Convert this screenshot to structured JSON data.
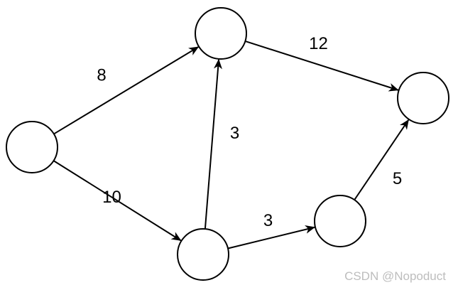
{
  "graph": {
    "nodes": [
      {
        "id": "left"
      },
      {
        "id": "top"
      },
      {
        "id": "bottom"
      },
      {
        "id": "mid-right"
      },
      {
        "id": "right"
      }
    ],
    "edges": [
      {
        "from": "left",
        "to": "top",
        "weight": "8"
      },
      {
        "from": "left",
        "to": "bottom",
        "weight": "10"
      },
      {
        "from": "bottom",
        "to": "top",
        "weight": "3"
      },
      {
        "from": "top",
        "to": "right",
        "weight": "12"
      },
      {
        "from": "bottom",
        "to": "mid-right",
        "weight": "3"
      },
      {
        "from": "mid-right",
        "to": "right",
        "weight": "5"
      }
    ]
  },
  "watermark": "CSDN @Nopoduct",
  "colors": {
    "stroke": "#000000",
    "watermark": "#bdbdbd"
  }
}
